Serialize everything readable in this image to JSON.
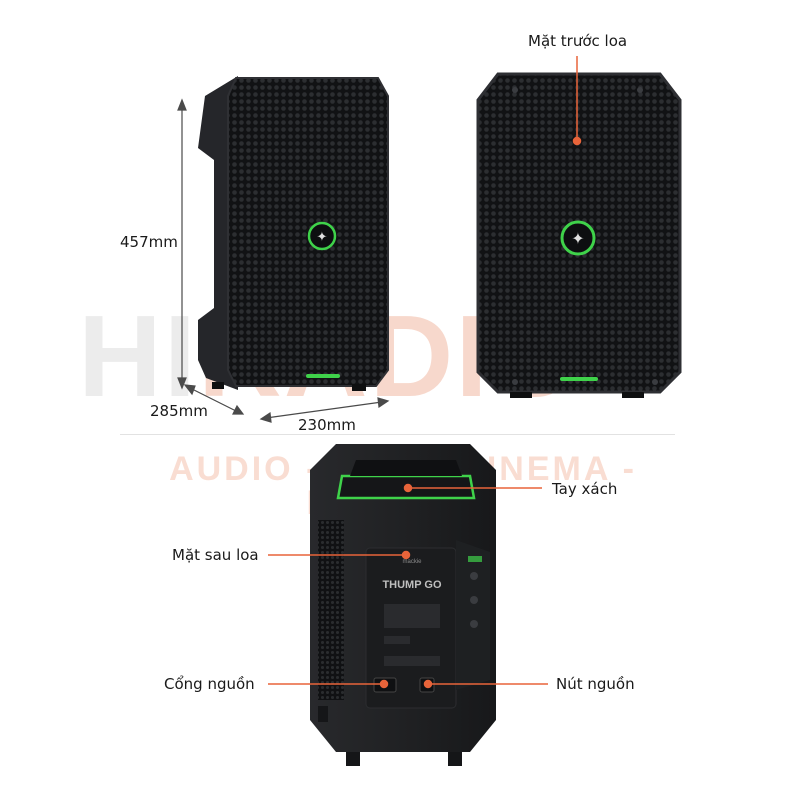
{
  "watermark": {
    "brand_left": "HI",
    "brand_right": "RADIO",
    "tagline": "AUDIO - HOME CINEMA - KARAOKE"
  },
  "dimensions": {
    "height": "457mm",
    "depth": "285mm",
    "width": "230mm"
  },
  "callouts": {
    "front": "Mặt trước loa",
    "handle": "Tay xách",
    "back": "Mặt sau loa",
    "power_port": "Cổng nguồn",
    "power_button": "Nút nguồn"
  },
  "back_panel": {
    "model": "THUMP GO",
    "brand_mark": "mackie"
  },
  "colors": {
    "accent_green": "#3fd24a",
    "callout_orange": "#e8643a",
    "speaker_body": "#1d1e20",
    "grille": "#151618"
  }
}
